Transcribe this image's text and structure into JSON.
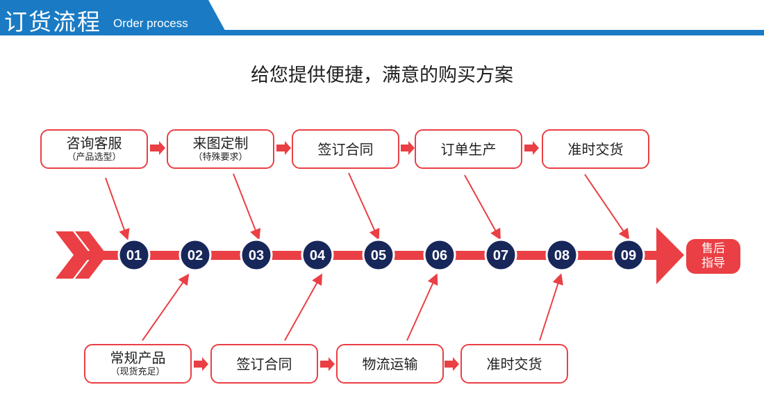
{
  "header": {
    "title_cn": "订货流程",
    "title_en": "Order process"
  },
  "subtitle": "给您提供便捷，满意的购买方案",
  "top_boxes": [
    {
      "main": "咨询客服",
      "sub": "（产品选型）"
    },
    {
      "main": "来图定制",
      "sub": "（特殊要求）"
    },
    {
      "main": "签订合同",
      "sub": ""
    },
    {
      "main": "订单生产",
      "sub": ""
    },
    {
      "main": "准时交货",
      "sub": ""
    }
  ],
  "bottom_boxes": [
    {
      "main": "常规产品",
      "sub": "（现货充足）"
    },
    {
      "main": "签订合同",
      "sub": ""
    },
    {
      "main": "物流运输",
      "sub": ""
    },
    {
      "main": "准时交货",
      "sub": ""
    }
  ],
  "steps": [
    "01",
    "02",
    "03",
    "04",
    "05",
    "06",
    "07",
    "08",
    "09"
  ],
  "end_label": {
    "line1": "售后",
    "line2": "指导"
  },
  "colors": {
    "accent_red": "#ea3f44",
    "header_blue": "#1a7bc4",
    "circle_navy": "#18275a"
  }
}
